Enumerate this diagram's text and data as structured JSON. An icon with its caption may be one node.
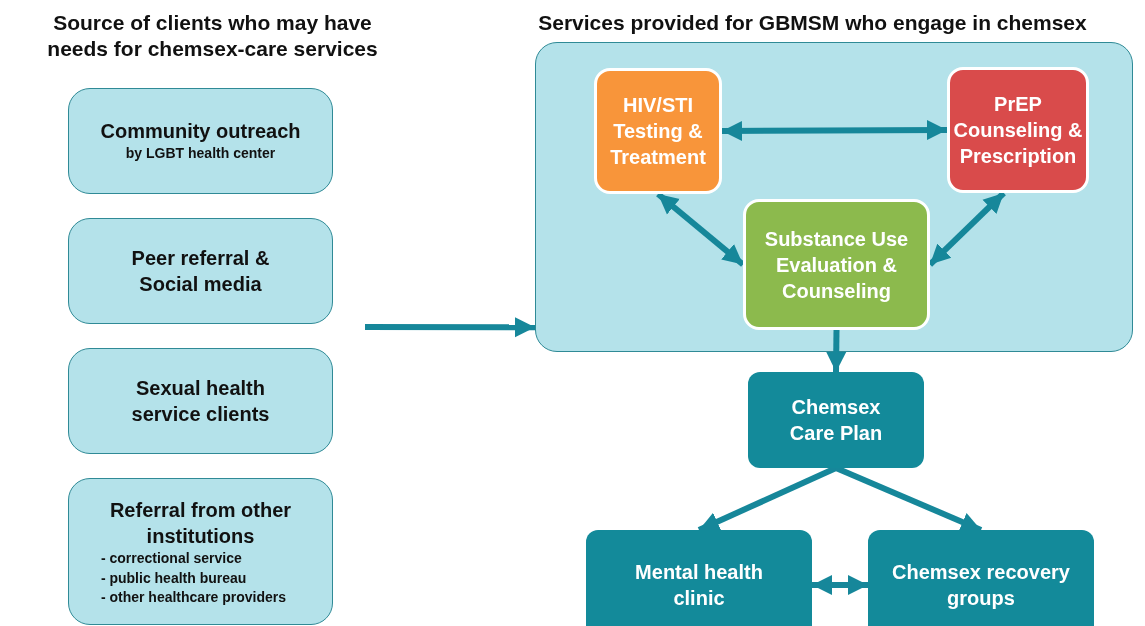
{
  "diagram": {
    "nodes": [
      {
        "text": [
          "Community outreach",
          "by LGBT health center"
        ]
      },
      {
        "text": [
          "Peer referral & Social media"
        ]
      },
      {
        "text": [
          "Sexual health service clients"
        ]
      },
      {
        "text": [
          "Referral from other institutions",
          "- correctional service",
          "- public health bureau",
          "- other healthcare providers"
        ]
      },
      {
        "text": [],
        "shape": "box"
      },
      {
        "text": [
          "HIV/STI Testing & Treatment"
        ],
        "in": 4
      },
      {
        "text": [
          "PrEP Counseling & Prescription"
        ],
        "in": 4
      },
      {
        "text": [
          "Substance Use Evaluation & Counseling"
        ],
        "in": 4
      },
      {
        "text": [
          "Chemsex Care Plan"
        ]
      },
      {
        "text": [
          "Mental health clinic"
        ]
      },
      {
        "text": [
          "Chemsex recovery groups"
        ]
      }
    ],
    "edges": [
      {
        "from": null,
        "to": 4,
        "arrow": "to"
      },
      {
        "from": 5,
        "to": 6,
        "arrow": "both"
      },
      {
        "from": 5,
        "to": 7,
        "arrow": "both"
      },
      {
        "from": 6,
        "to": 7,
        "arrow": "both"
      },
      {
        "from": 7,
        "to": 8,
        "arrow": "to"
      },
      {
        "from": 8,
        "to": 9,
        "arrow": "to"
      },
      {
        "from": 8,
        "to": 10,
        "arrow": "to"
      },
      {
        "from": 9,
        "to": 10,
        "arrow": "both"
      }
    ],
    "labels": [
      "Source of clients who may have needs for chemsex-care services",
      "Services provided for GBMSM who engage in chemsex"
    ]
  }
}
